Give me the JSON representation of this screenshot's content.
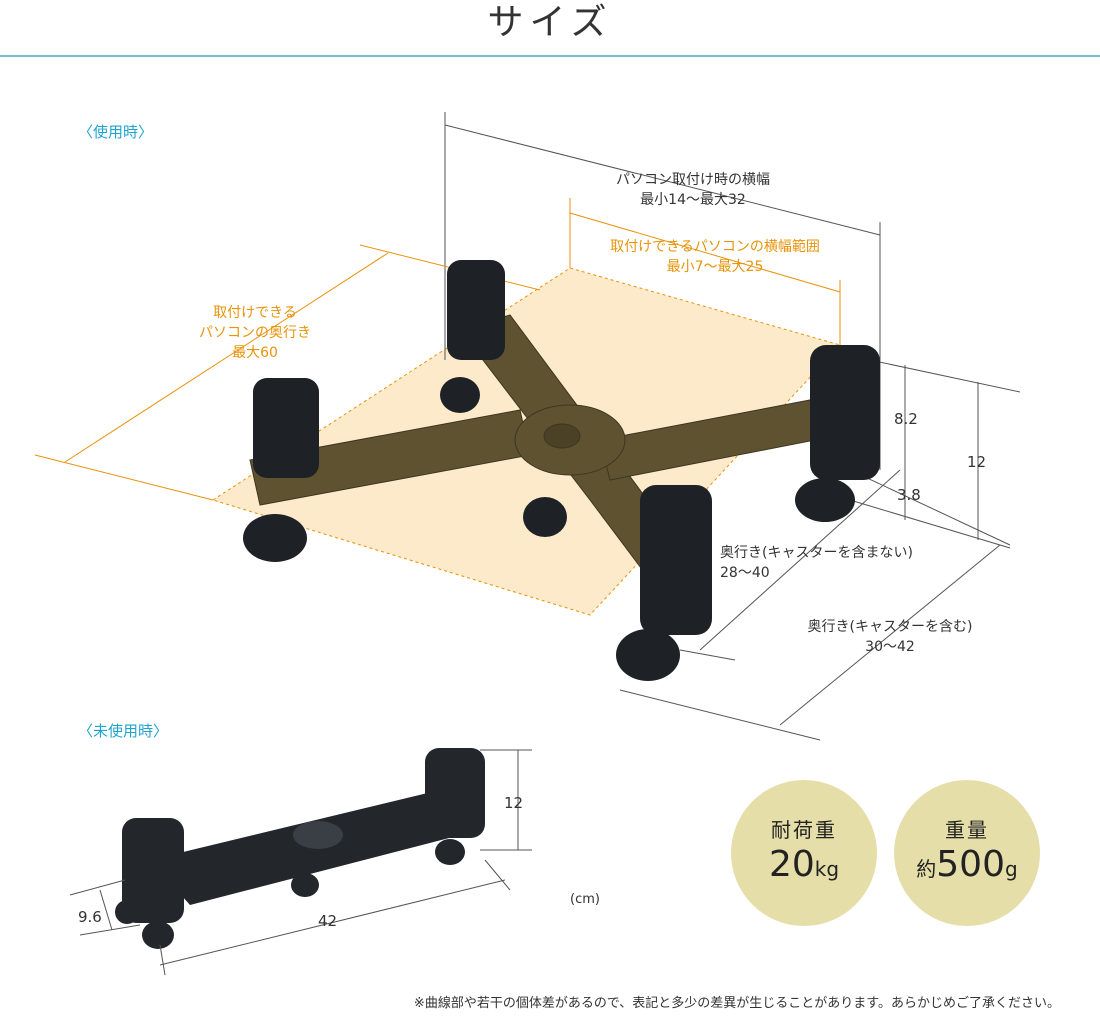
{
  "title": "サイズ",
  "in_use": {
    "section_label": "〈使用時〉",
    "width_mounted": {
      "line1": "パソコン取付け時の横幅",
      "line2": "最小14〜最大32"
    },
    "width_range": {
      "line1": "取付けできるパソコンの横幅範囲",
      "line2": "最小7〜最大25"
    },
    "depth_pc": {
      "line1": "取付けできる",
      "line2": "パソコンの奥行き",
      "line3": "最大60"
    },
    "height_body": "8.2",
    "height_total": "12",
    "caster_height": "3.8",
    "depth_no_caster": {
      "line1": "奥行き(キャスターを含まない)",
      "line2": "28〜40"
    },
    "depth_with_caster": {
      "line1": "奥行き(キャスターを含む)",
      "line2": "30〜42"
    }
  },
  "not_in_use": {
    "section_label": "〈未使用時〉",
    "height": "12",
    "width": "9.6",
    "length": "42",
    "unit": "(cm)"
  },
  "specs": [
    {
      "label": "耐荷重",
      "prefix": "",
      "value": "20",
      "unit": "kg"
    },
    {
      "label": "重量",
      "prefix": "約",
      "value": "500",
      "unit": "g"
    }
  ],
  "note": "※曲線部や若干の個体差があるので、表記と多少の差異が生じることがあります。あらかじめご了承ください。",
  "colors": {
    "accent": "#1fa3d0",
    "orange": "#e8930a",
    "rule": "#7bbccb",
    "circle": "#e5dea9",
    "arm": "#5e5230",
    "cap": "#1e2226"
  }
}
